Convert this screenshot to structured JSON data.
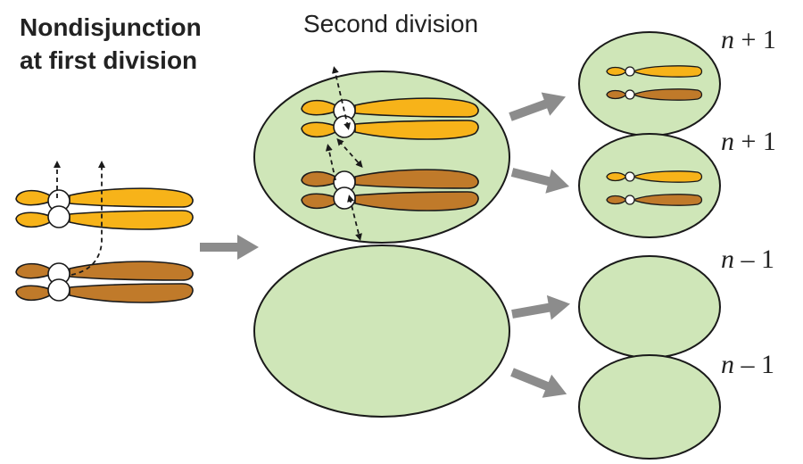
{
  "title_line1": "Nondisjunction",
  "title_line2": "at first division",
  "subtitle": "Second division",
  "cell_labels": [
    {
      "n": "n",
      "rest": " + 1"
    },
    {
      "n": "n",
      "rest": " + 1"
    },
    {
      "n": "n",
      "rest": " – 1"
    },
    {
      "n": "n",
      "rest": " – 1"
    }
  ],
  "colors": {
    "cell_fill": "#cfe6b8",
    "cell_stroke": "#1a1a1a",
    "chromosome_yellow": "#f7b319",
    "chromosome_brown": "#c07a2a",
    "arrow_gray": "#8c8c8c"
  }
}
